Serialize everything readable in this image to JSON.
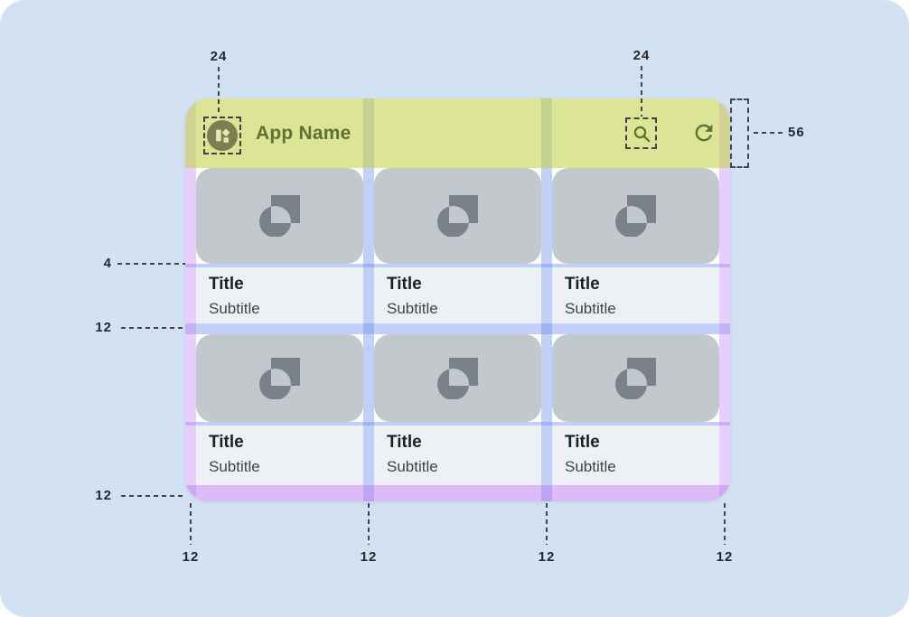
{
  "appbar": {
    "app_name": "App Name",
    "icons": {
      "logo": "app-logo-icon",
      "search": "search-icon",
      "refresh": "refresh-icon"
    }
  },
  "cards": [
    {
      "title": "Title",
      "subtitle": "Subtitle"
    },
    {
      "title": "Title",
      "subtitle": "Subtitle"
    },
    {
      "title": "Title",
      "subtitle": "Subtitle"
    },
    {
      "title": "Title",
      "subtitle": "Subtitle"
    },
    {
      "title": "Title",
      "subtitle": "Subtitle"
    },
    {
      "title": "Title",
      "subtitle": "Subtitle"
    }
  ],
  "annotations": {
    "app_icon_size": "24",
    "action_icon_size": "24",
    "appbar_height": "56",
    "media_text_gap": "4",
    "row_gutter": "12",
    "bottom_margin": "12",
    "bottom_markers": [
      "12",
      "12",
      "12",
      "12"
    ]
  },
  "colors": {
    "canvas_bg": "#d3e2f2",
    "appbar_overlay": "#dde69b",
    "margin_overlay": "#e7d2f8",
    "gutter_overlay": "#c0d0f7",
    "bottom_margin_overlay": "#e0c3f8",
    "media_bg": "#c3c8cd",
    "media_icon": "#79818a",
    "text_area_bg": "#edf0f5",
    "olive_icon": "#5e7033",
    "annotation_text": "#26282b"
  }
}
